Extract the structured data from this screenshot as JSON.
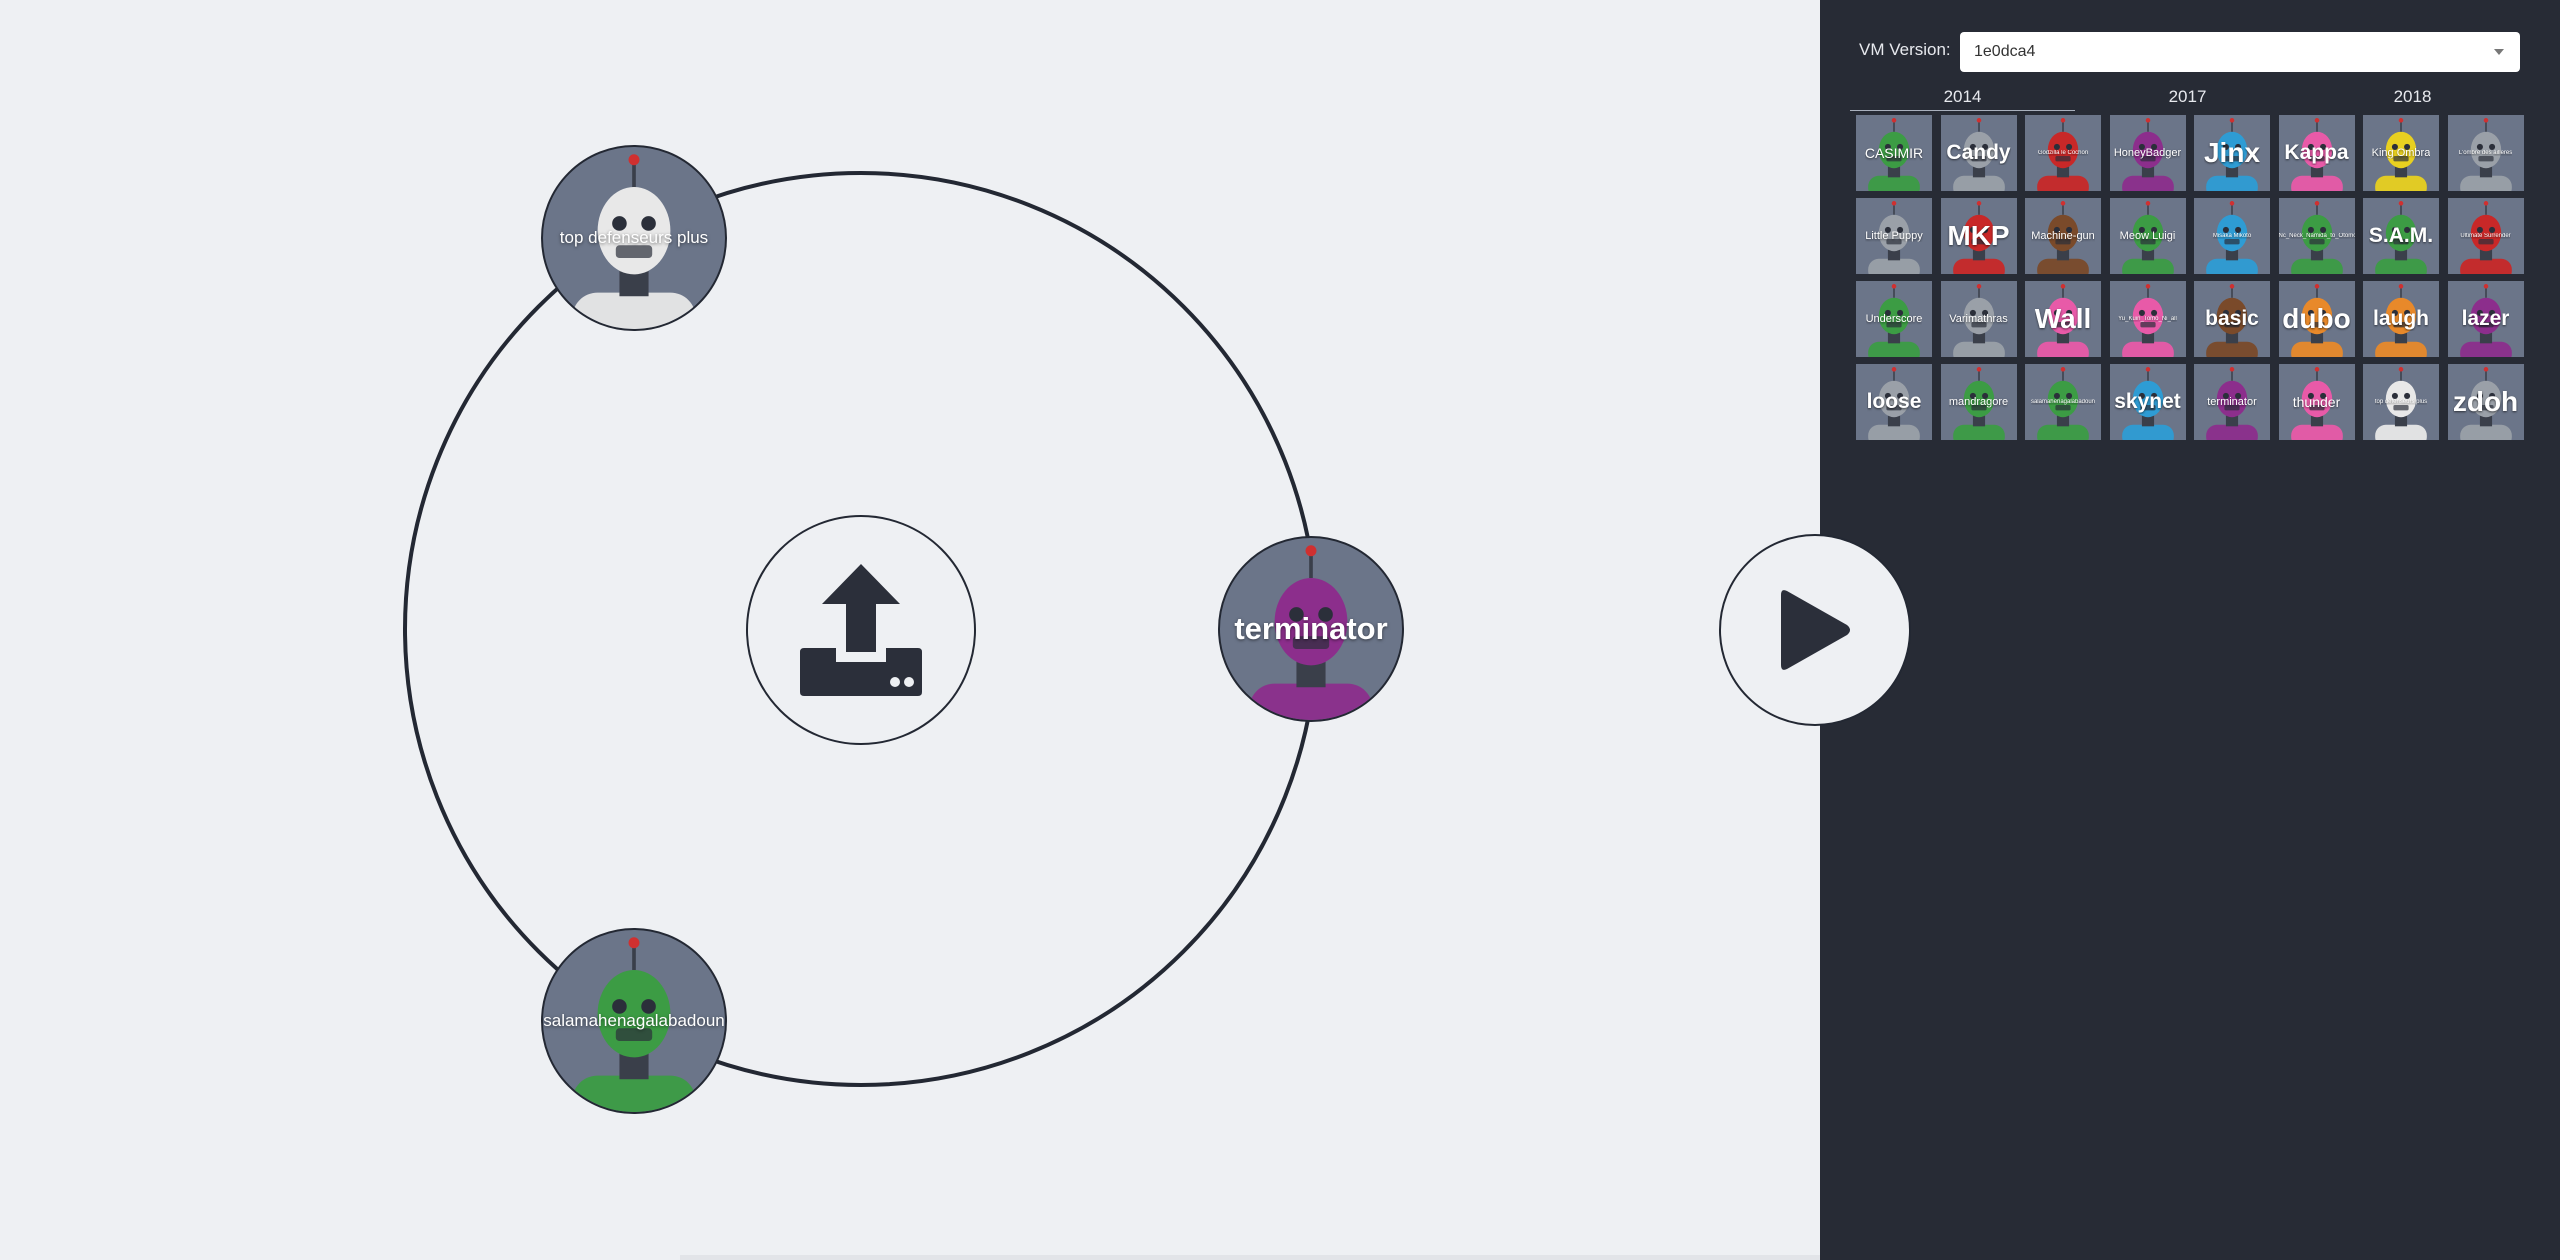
{
  "arena": {
    "slots": {
      "top": {
        "name": "top defenseurs plus",
        "color": "#e8e8e8"
      },
      "right": {
        "name": "terminator",
        "color": "#8c2e8c"
      },
      "bottom": {
        "name": "salamahenagalabadoun",
        "color": "#3c9c44"
      }
    },
    "upload_icon": "upload-icon",
    "play_icon": "play-icon"
  },
  "sidebar": {
    "vm_label": "VM Version:",
    "vm_value": "1e0dca4",
    "years": [
      "2014",
      "2017",
      "2018"
    ],
    "active_year": "2014",
    "robots": [
      {
        "name": "CASIMIR",
        "color": "#3c9c44"
      },
      {
        "name": "Candy",
        "color": "#9aa0a8"
      },
      {
        "name": "Godzilla le Cochon",
        "color": "#c82828"
      },
      {
        "name": "HoneyBadger",
        "color": "#8c2e8c"
      },
      {
        "name": "Jinx",
        "color": "#2e9cd4"
      },
      {
        "name": "Kappa",
        "color": "#e85aa8"
      },
      {
        "name": "King Ombra",
        "color": "#e8d020"
      },
      {
        "name": "L'ombre des ailleres",
        "color": "#9aa0a8"
      },
      {
        "name": "Little Puppy",
        "color": "#9aa0a8"
      },
      {
        "name": "MKP",
        "color": "#c82828"
      },
      {
        "name": "Machine-gun",
        "color": "#7a4a2a"
      },
      {
        "name": "Meow Luigi",
        "color": "#3c9c44"
      },
      {
        "name": "Misaka Mikoto",
        "color": "#2e9cd4"
      },
      {
        "name": "Nc_Neck_Namida_to_Otomo",
        "color": "#3c9c44"
      },
      {
        "name": "S.A.M.",
        "color": "#3c9c44"
      },
      {
        "name": "Ultimate Surrender",
        "color": "#c82828"
      },
      {
        "name": "Underscore",
        "color": "#3c9c44"
      },
      {
        "name": "Varimathras",
        "color": "#9aa0a8"
      },
      {
        "name": "Wall",
        "color": "#e85aa8"
      },
      {
        "name": "Yu_Kuin_Tomo_Ni_all",
        "color": "#e85aa8"
      },
      {
        "name": "basic",
        "color": "#7a4a2a"
      },
      {
        "name": "dubo",
        "color": "#e8892a"
      },
      {
        "name": "laugh",
        "color": "#e8892a"
      },
      {
        "name": "lazer",
        "color": "#8c2e8c"
      },
      {
        "name": "loose",
        "color": "#9aa0a8"
      },
      {
        "name": "mandragore",
        "color": "#3c9c44"
      },
      {
        "name": "salamahenagalabadoun",
        "color": "#3c9c44"
      },
      {
        "name": "skynet",
        "color": "#2e9cd4"
      },
      {
        "name": "terminator",
        "color": "#8c2e8c"
      },
      {
        "name": "thunder",
        "color": "#e85aa8"
      },
      {
        "name": "top defenseurs plus",
        "color": "#e8e8e8"
      },
      {
        "name": "zdoh",
        "color": "#9aa0a8"
      }
    ]
  },
  "colors": {
    "background": "#eef0f3",
    "sidebar": "#272b35",
    "ring": "#232833",
    "card": "#6b7589"
  }
}
